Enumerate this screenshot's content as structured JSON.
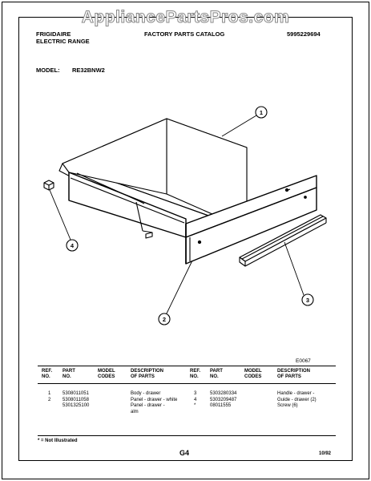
{
  "watermark": "AppliancePartsPros.com",
  "header": {
    "brand": "FRIGIDAIRE",
    "product": "ELECTRIC RANGE",
    "catalog_title": "FACTORY PARTS CATALOG",
    "catalog_number": "5995229694",
    "model_label": "MODEL:",
    "model_value": "RE32BNW2"
  },
  "diagram": {
    "code": "E0067",
    "callouts": [
      "1",
      "2",
      "3",
      "4"
    ]
  },
  "table": {
    "headers": {
      "ref_no": "REF.\nNO.",
      "part_no": "PART\nNO.",
      "model_codes": "MODEL\nCODES",
      "description": "DESCRIPTION\nOF PARTS"
    },
    "left": {
      "refs": "1\n2",
      "parts": "5308011051\n5308011058\n5301325100",
      "descs": "Body - drawer\nPanel - drawer - white\nPanel - drawer -\nalm"
    },
    "right": {
      "refs": "3\n4\n*",
      "parts": "5303280334\n5303209487\n08011555",
      "descs": "Handle - drawer -\nGuide - drawer (2)\nScrew (6)"
    }
  },
  "footer": {
    "note": "* = Not Illustrated",
    "page": "G4",
    "date": "10/92"
  }
}
